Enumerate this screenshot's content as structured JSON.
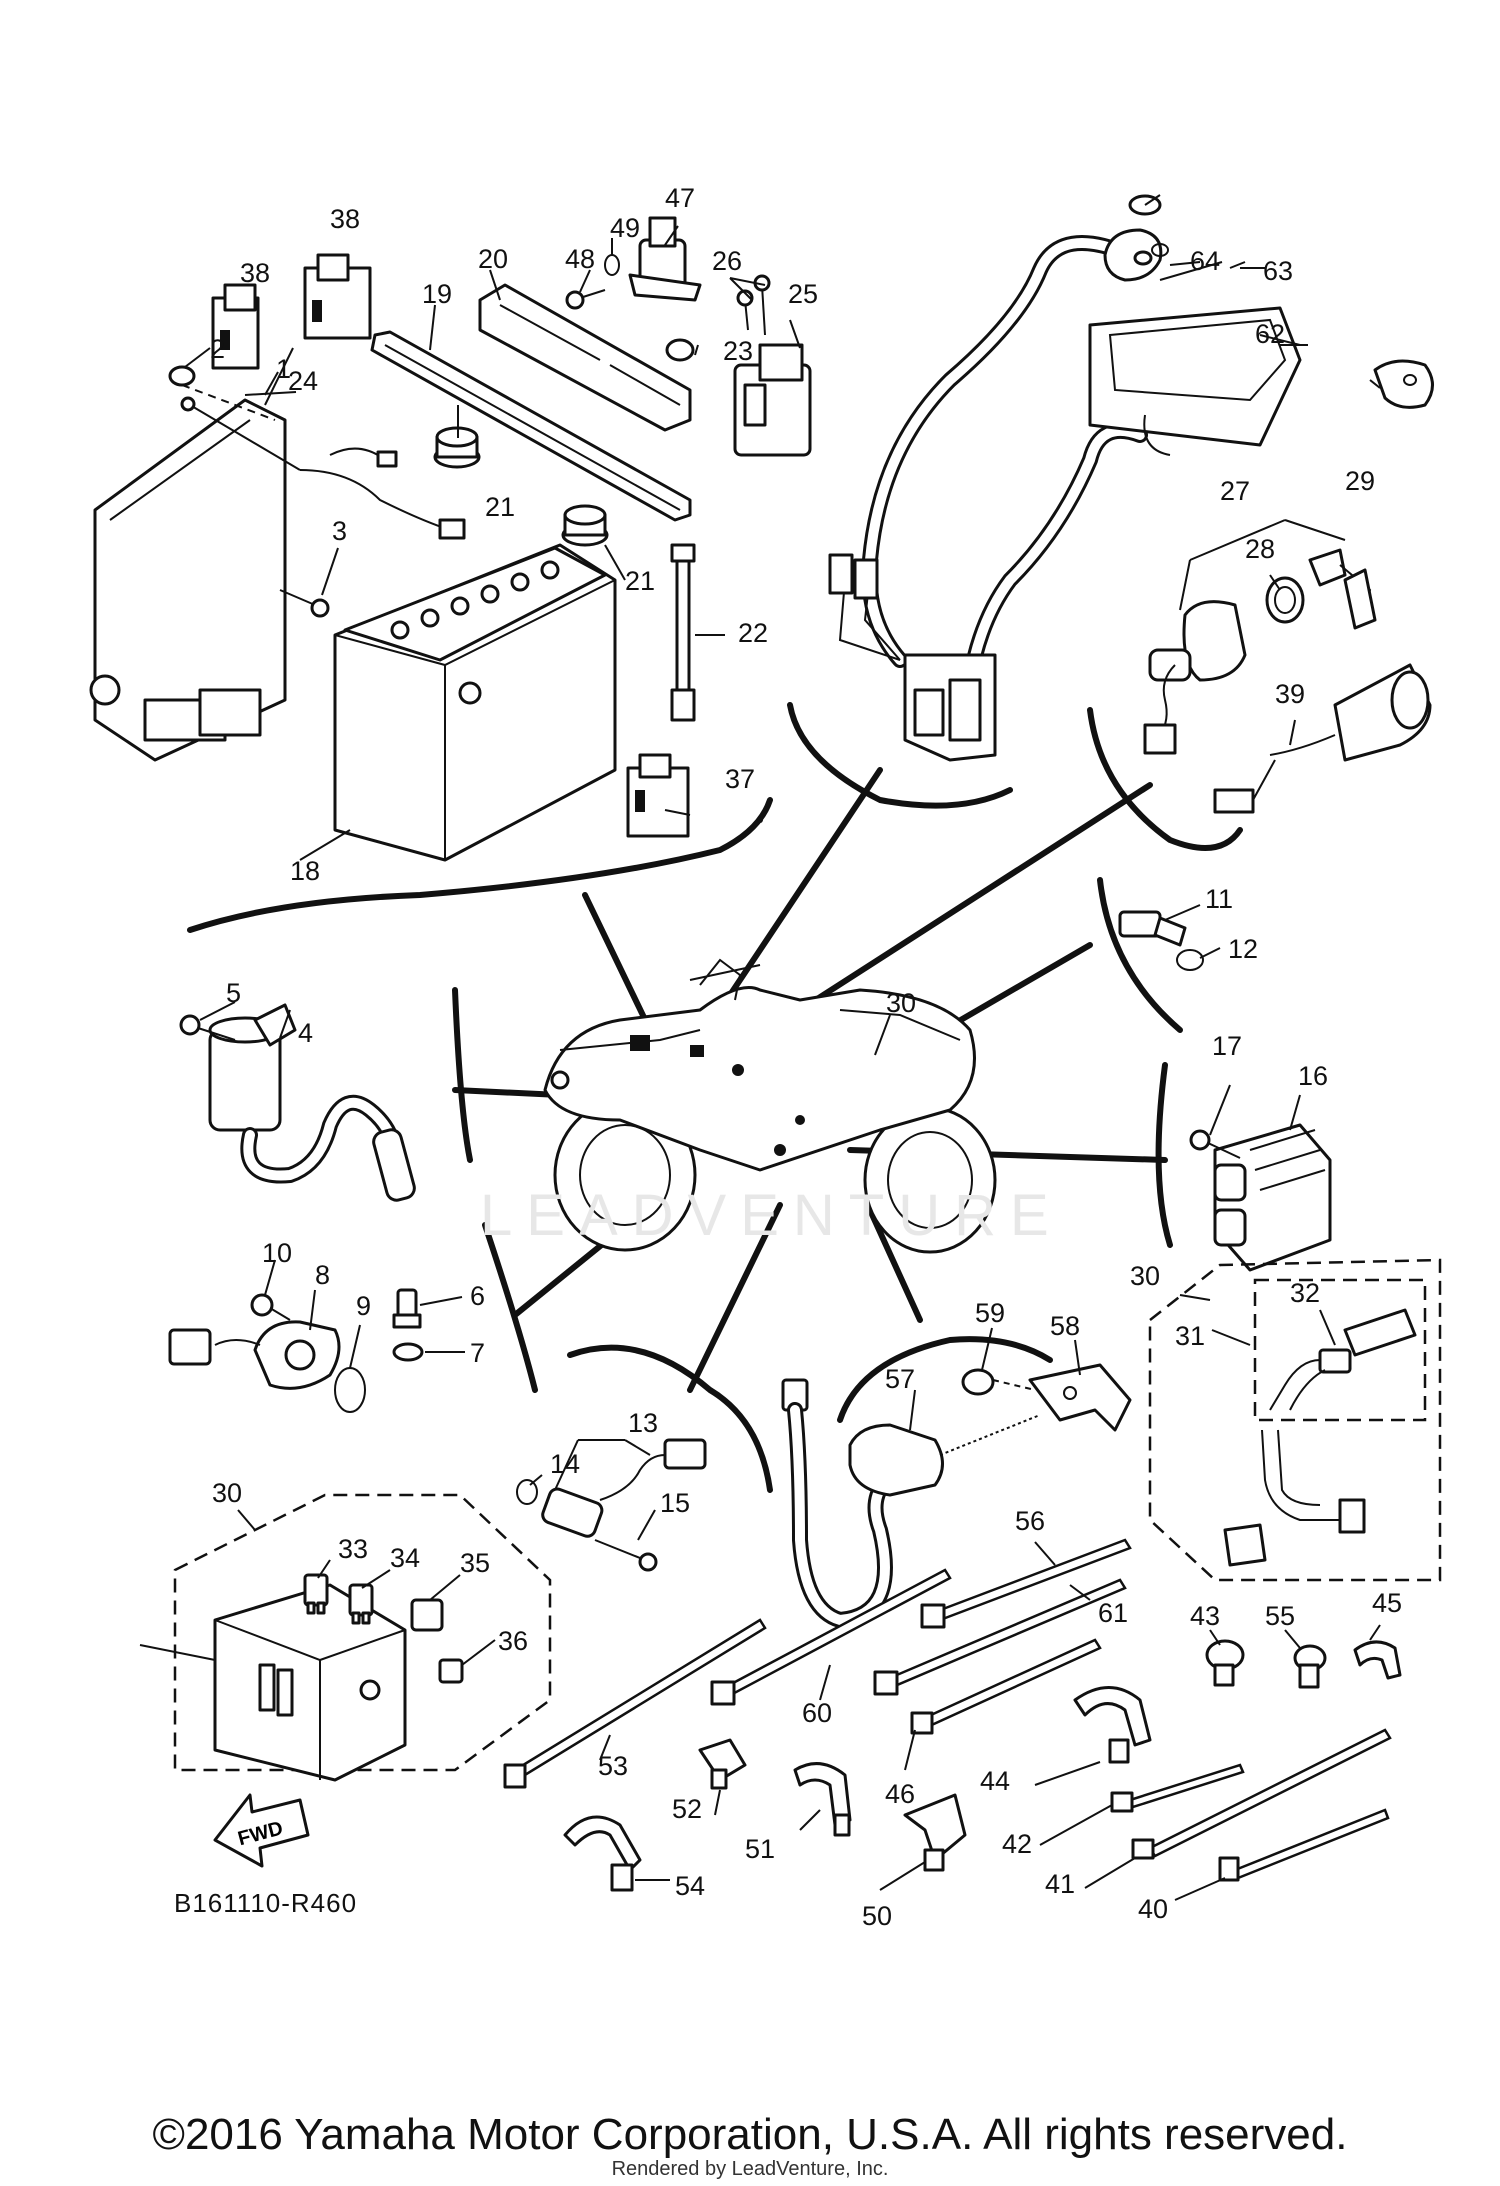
{
  "diagram_code": "B161110-R460",
  "fwd_label": "FWD",
  "watermark": "LEADVENTURE",
  "copyright": "©2016 Yamaha Motor Corporation, U.S.A. All rights reserved.",
  "rendered_by": "Rendered by LeadVenture, Inc.",
  "part_numbers": [
    "1",
    "2",
    "3",
    "4",
    "5",
    "6",
    "7",
    "8",
    "9",
    "10",
    "11",
    "12",
    "13",
    "14",
    "15",
    "16",
    "17",
    "18",
    "19",
    "20",
    "21",
    "21",
    "22",
    "23",
    "24",
    "25",
    "26",
    "27",
    "28",
    "29",
    "30",
    "30",
    "30",
    "31",
    "32",
    "33",
    "34",
    "35",
    "36",
    "37",
    "38",
    "38",
    "39",
    "40",
    "41",
    "42",
    "43",
    "44",
    "45",
    "46",
    "47",
    "48",
    "49",
    "50",
    "51",
    "52",
    "53",
    "54",
    "55",
    "56",
    "57",
    "58",
    "59",
    "60",
    "61",
    "62",
    "63",
    "64"
  ]
}
